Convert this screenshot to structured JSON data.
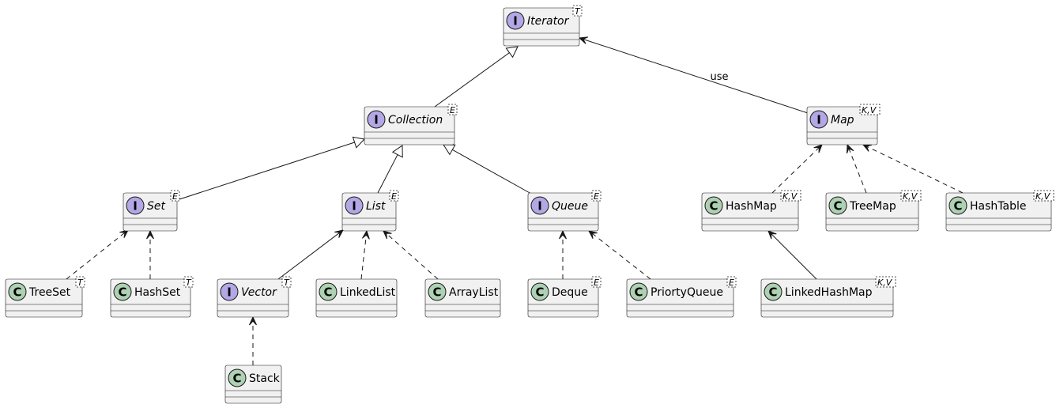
{
  "nodes": [
    {
      "id": "iterator",
      "kind": "interface",
      "letter": "I",
      "name": "Iterator",
      "generic": "T"
    },
    {
      "id": "collection",
      "kind": "interface",
      "letter": "I",
      "name": "Collection",
      "generic": "E"
    },
    {
      "id": "map",
      "kind": "interface",
      "letter": "I",
      "name": "Map",
      "generic": "K,V"
    },
    {
      "id": "set",
      "kind": "interface",
      "letter": "I",
      "name": "Set",
      "generic": "E"
    },
    {
      "id": "list",
      "kind": "interface",
      "letter": "I",
      "name": "List",
      "generic": "E"
    },
    {
      "id": "queue",
      "kind": "interface",
      "letter": "I",
      "name": "Queue",
      "generic": "E"
    },
    {
      "id": "hashmap",
      "kind": "class",
      "letter": "C",
      "name": "HashMap",
      "generic": "K,V"
    },
    {
      "id": "treemap",
      "kind": "class",
      "letter": "C",
      "name": "TreeMap",
      "generic": "K,V"
    },
    {
      "id": "hashtable",
      "kind": "class",
      "letter": "C",
      "name": "HashTable",
      "generic": "K,V"
    },
    {
      "id": "treeset",
      "kind": "class",
      "letter": "C",
      "name": "TreeSet",
      "generic": "T"
    },
    {
      "id": "hashset",
      "kind": "class",
      "letter": "C",
      "name": "HashSet",
      "generic": "T"
    },
    {
      "id": "vector",
      "kind": "interface",
      "letter": "I",
      "name": "Vector",
      "generic": "T"
    },
    {
      "id": "linkedlist",
      "kind": "class",
      "letter": "C",
      "name": "LinkedList",
      "generic": ""
    },
    {
      "id": "arraylist",
      "kind": "class",
      "letter": "C",
      "name": "ArrayList",
      "generic": ""
    },
    {
      "id": "deque",
      "kind": "class",
      "letter": "C",
      "name": "Deque",
      "generic": "E"
    },
    {
      "id": "priortyqueue",
      "kind": "class",
      "letter": "C",
      "name": "PriortyQueue",
      "generic": "E"
    },
    {
      "id": "linkedhashmap",
      "kind": "class",
      "letter": "C",
      "name": "LinkedHashMap",
      "generic": "K,V"
    },
    {
      "id": "stack",
      "kind": "class",
      "letter": "C",
      "name": "Stack",
      "generic": ""
    }
  ],
  "edges": [
    {
      "from": "collection",
      "to": "iterator",
      "type": "extends",
      "label": ""
    },
    {
      "from": "map",
      "to": "iterator",
      "type": "association",
      "label": "use"
    },
    {
      "from": "set",
      "to": "collection",
      "type": "extends",
      "label": ""
    },
    {
      "from": "list",
      "to": "collection",
      "type": "extends",
      "label": ""
    },
    {
      "from": "queue",
      "to": "collection",
      "type": "extends",
      "label": ""
    },
    {
      "from": "hashmap",
      "to": "map",
      "type": "dependency",
      "label": ""
    },
    {
      "from": "treemap",
      "to": "map",
      "type": "dependency",
      "label": ""
    },
    {
      "from": "hashtable",
      "to": "map",
      "type": "dependency",
      "label": ""
    },
    {
      "from": "treeset",
      "to": "set",
      "type": "dependency",
      "label": ""
    },
    {
      "from": "hashset",
      "to": "set",
      "type": "dependency",
      "label": ""
    },
    {
      "from": "vector",
      "to": "list",
      "type": "association",
      "label": ""
    },
    {
      "from": "linkedlist",
      "to": "list",
      "type": "dependency",
      "label": ""
    },
    {
      "from": "arraylist",
      "to": "list",
      "type": "dependency",
      "label": ""
    },
    {
      "from": "deque",
      "to": "queue",
      "type": "dependency",
      "label": ""
    },
    {
      "from": "priortyqueue",
      "to": "queue",
      "type": "dependency",
      "label": ""
    },
    {
      "from": "linkedhashmap",
      "to": "hashmap",
      "type": "association",
      "label": ""
    },
    {
      "from": "stack",
      "to": "vector",
      "type": "dependency",
      "label": ""
    }
  ],
  "colors": {
    "interface_badge": "#b4a7e5",
    "class_badge": "#add1b2",
    "node_fill": "#f1f1f1",
    "line": "#181818"
  }
}
